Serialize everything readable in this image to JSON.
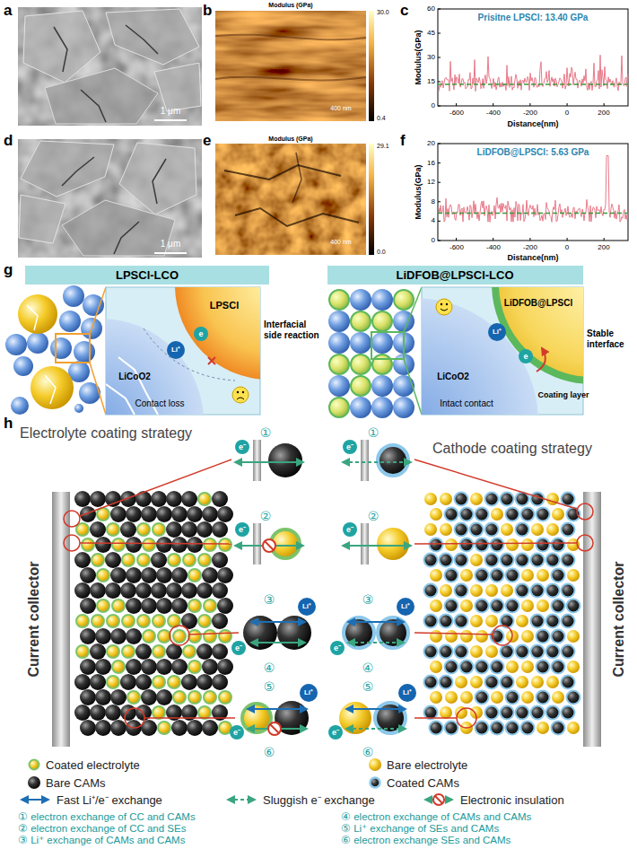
{
  "diagram": {
    "nodes": [
      {
        "text": [
          "LPSCl-LCO"
        ]
      },
      {
        "text": [
          "LiDFOB@LPSCl-LCO"
        ]
      }
    ],
    "labels": [
      "a",
      "b",
      "c",
      "d",
      "e",
      "f",
      "g",
      "h",
      "1 μm",
      "Modulus (GPa)",
      "30.0",
      "0.4",
      "400 nm",
      "Prisitne LPSCl: 13.40 GPa",
      "Modulus(GPa)",
      "60",
      "45",
      "30",
      "15",
      "0",
      "-600",
      "-400",
      "-200",
      "0",
      "200",
      "Distance(nm)",
      "1 μm",
      "Modulus (GPa)",
      "29.1",
      "0.0",
      "400 nm",
      "LiDFOB@LPSCl: 5.63 GPa",
      "Modulus(GPa)",
      "20",
      "16",
      "12",
      "8",
      "4",
      "0",
      "-600",
      "-400",
      "-200",
      "0",
      "200",
      "Distance(nm)",
      "LPSCl",
      "e",
      "Li⁺",
      "Interfacial side reaction",
      "LiCoO2",
      "Contact loss",
      "LiDFOB@LPSCl",
      "Li⁺",
      "e",
      "Stable interface",
      "Coating layer",
      "LiCoO2",
      "Intact contact",
      "Electrolyte coating strategy",
      "Cathode coating strategy",
      "Current collector",
      "Current collector",
      "①",
      "e⁻",
      "①",
      "e⁻",
      "②",
      "e⁻",
      "②",
      "e⁻",
      "③",
      "Li⁺",
      "e⁻",
      "④",
      "③",
      "Li⁺",
      "e⁻",
      "④",
      "⑤",
      "Li⁺",
      "e⁻",
      "⑥",
      "⑤",
      "Li⁺",
      "e⁻",
      "⑥",
      "① electron exchange of CC and CAMs",
      "④ electron exchange of CAMs and CAMs",
      "② electron exchange of CC and SEs",
      "⑤ Li⁺ exchange of SEs and CAMs",
      "③ Li⁺ exchange of CAMs and CAMs",
      "⑥ electron exchange SEs and CAMs"
    ],
    "legend": [
      {
        "text": "Coated electrolyte"
      },
      {
        "text": "Bare CAMs"
      },
      {
        "text": "Bare electrolyte"
      },
      {
        "text": "Coated CAMs"
      },
      {
        "text": "Fast Li⁺/e⁻ exchange"
      },
      {
        "text": "Sluggish e⁻ exchange"
      },
      {
        "text": "Electronic insulation"
      }
    ]
  }
}
